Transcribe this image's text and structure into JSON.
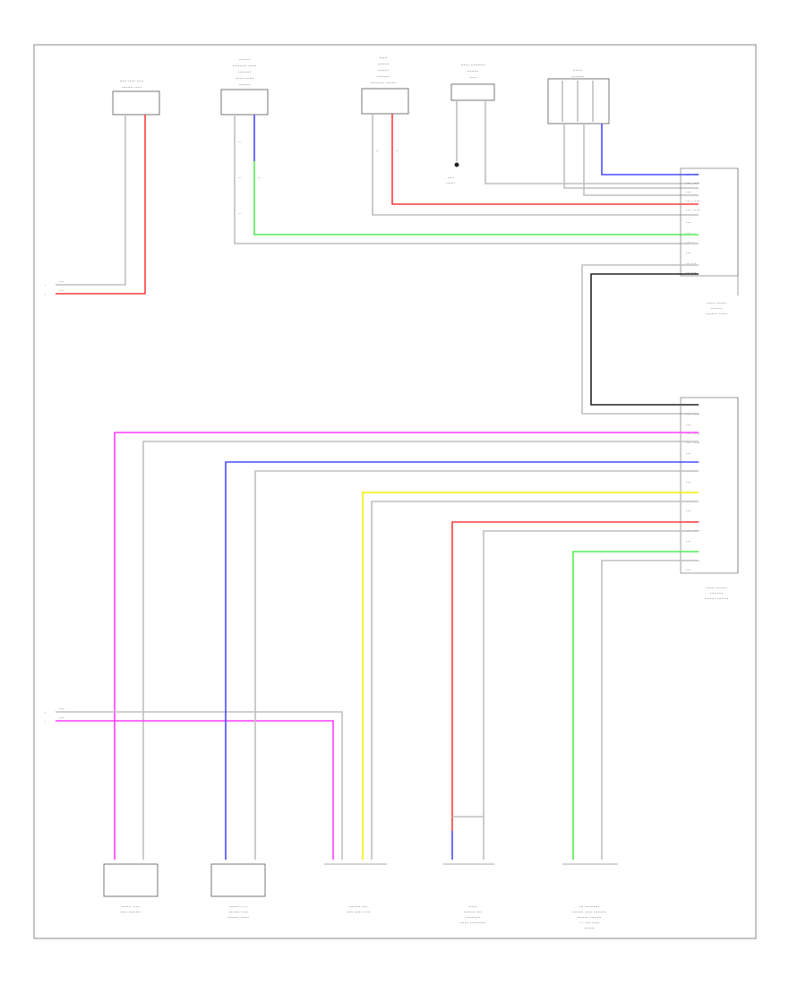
{
  "colors": {
    "pink": "#ff3cff",
    "red": "#ff3c3c",
    "blue": "#4a4aff",
    "green": "#55ee55",
    "yellow": "#f0f000",
    "black": "#222222",
    "gray": "#bfbfbf",
    "frame": "#888888"
  },
  "footer_text": "",
  "components": [
    {
      "key": "top-c1",
      "label": ""
    },
    {
      "key": "top-c2",
      "label": ""
    },
    {
      "key": "top-c3",
      "label": ""
    },
    {
      "key": "top-c4",
      "label": ""
    },
    {
      "key": "top-c5",
      "label": ""
    },
    {
      "key": "bot-c1",
      "label": ""
    },
    {
      "key": "bot-c2",
      "label": ""
    },
    {
      "key": "bot-c3",
      "label": ""
    },
    {
      "key": "bot-c4",
      "label": ""
    },
    {
      "key": "bot-c5",
      "label": ""
    }
  ],
  "junctions": [
    {
      "key": "junction-upper",
      "label": ""
    },
    {
      "key": "junction-lower",
      "label": ""
    }
  ]
}
